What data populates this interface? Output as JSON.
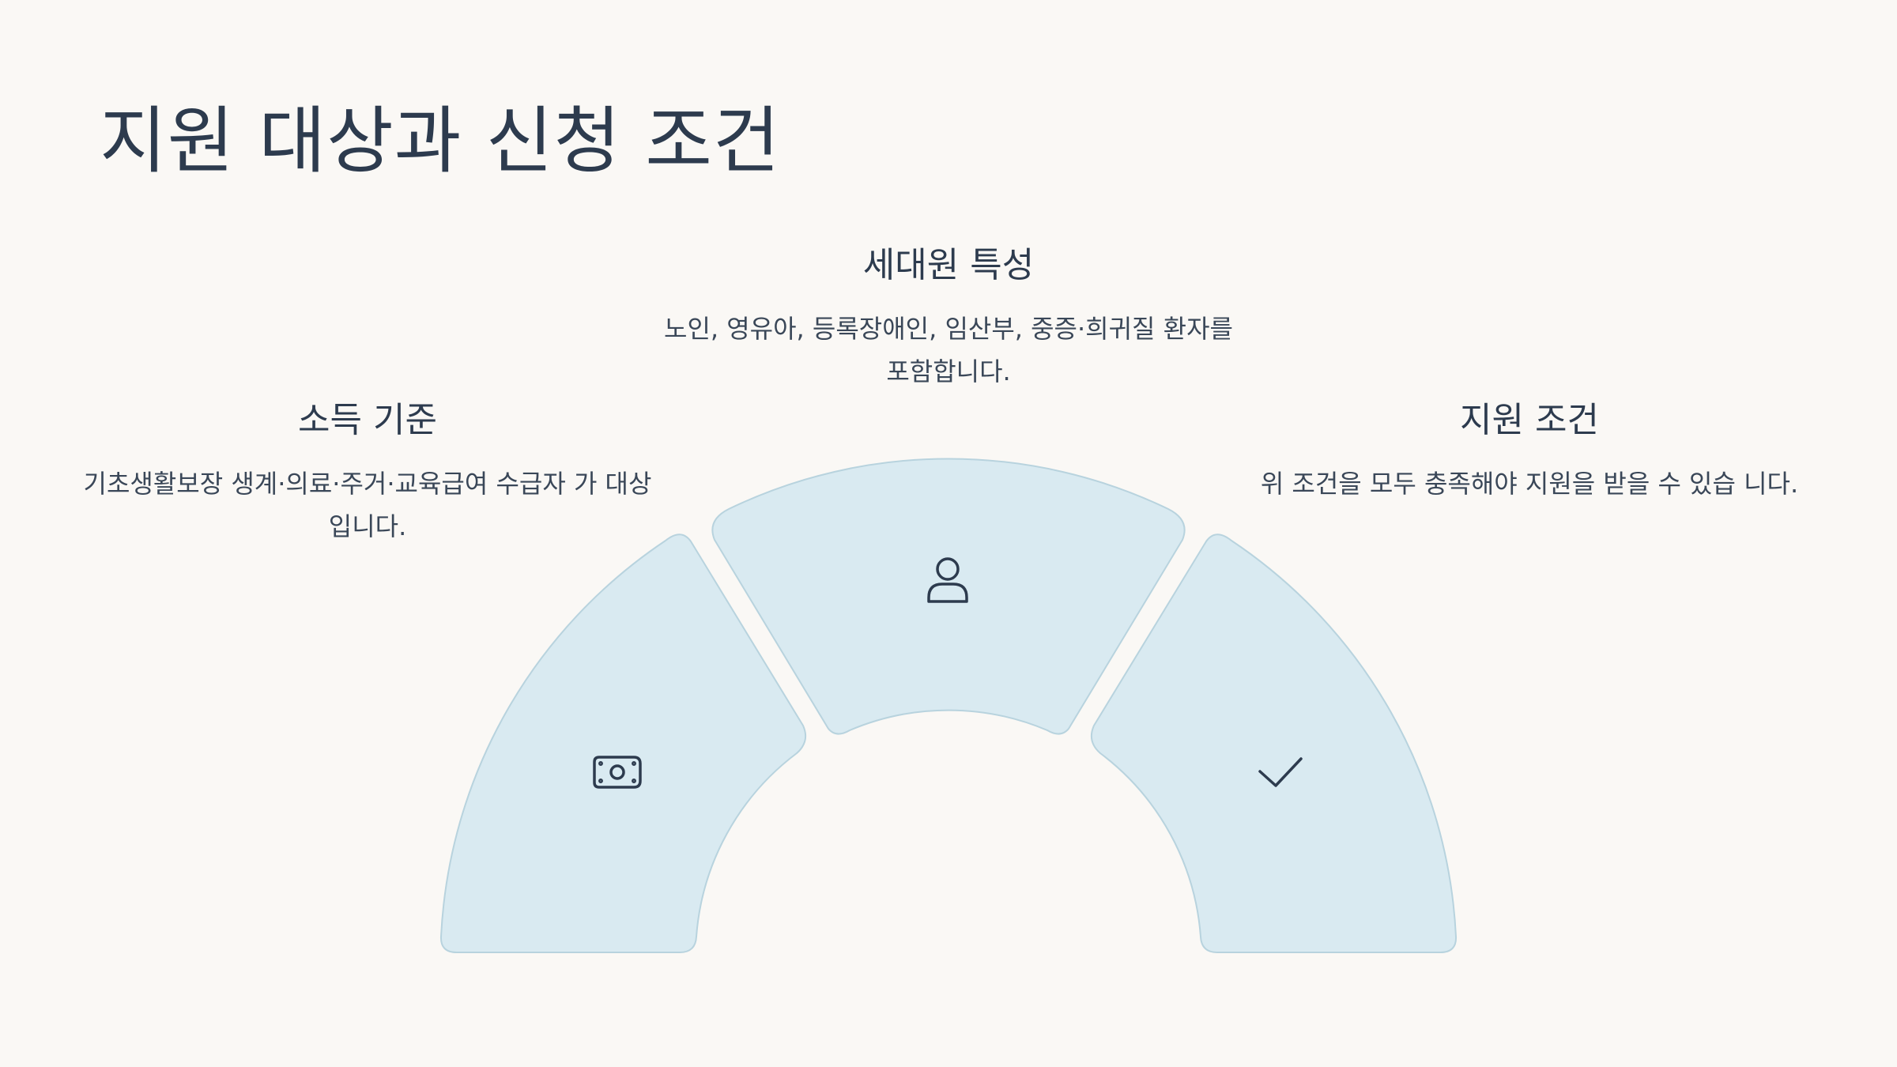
{
  "title": "지원 대상과 신청 조건",
  "segments": [
    {
      "heading": "소득 기준",
      "description": "기초생활보장 생계·의료·주거·교육급여 수급자 가 대상입니다.",
      "icon": "money-icon"
    },
    {
      "heading": "세대원 특성",
      "description": "노인, 영유아, 등록장애인, 임산부, 중증·희귀질 환자를 포함합니다.",
      "icon": "person-icon"
    },
    {
      "heading": "지원 조건",
      "description": "위 조건을 모두 충족해야 지원을 받을 수 있습 니다.",
      "icon": "check-icon"
    }
  ],
  "colors": {
    "background": "#faf8f5",
    "segment_fill": "#d9eaf1",
    "segment_stroke": "#b8d3de",
    "text": "#2d3b4e"
  }
}
